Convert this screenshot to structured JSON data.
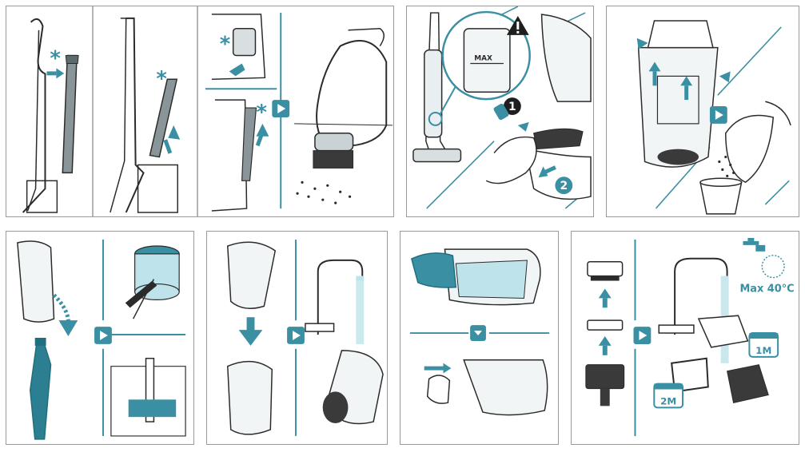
{
  "colors": {
    "accent": "#3b8fa3",
    "accent_dark": "#1f6f80",
    "line": "#2b2b2b",
    "frame": "#9a9a9a",
    "water": "#bfe3ea"
  },
  "labels": {
    "asterisk": "*",
    "max_mark": "MAX",
    "step_one": "1",
    "step_two": "2",
    "temp": "Max 40°C",
    "interval_1": "1M",
    "interval_2": "2M"
  },
  "icons": {
    "next": "next-arrow-icon",
    "down": "down-arrow-icon",
    "warning": "warning-icon",
    "tap": "water-tap-icon",
    "calendar": "calendar-icon"
  }
}
